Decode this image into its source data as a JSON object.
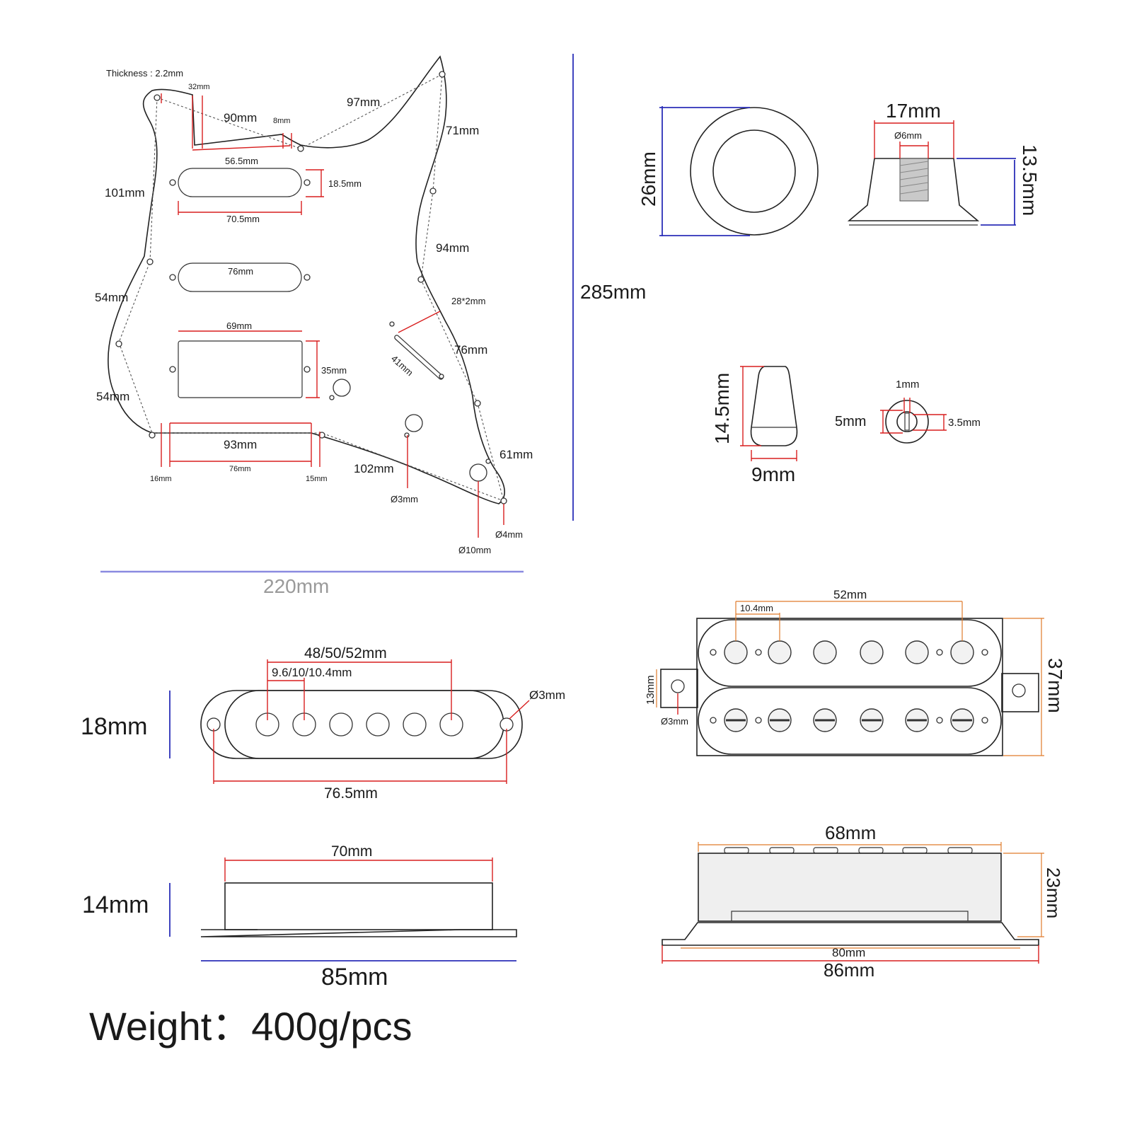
{
  "pickguard": {
    "thickness": "Thickness : 2.2mm",
    "d32": "32mm",
    "d90": "90mm",
    "d8": "8mm",
    "d97": "97mm",
    "d71": "71mm",
    "d56_5": "56.5mm",
    "d18_5": "18.5mm",
    "d101": "101mm",
    "d70_5": "70.5mm",
    "d94": "94mm",
    "d76a": "76mm",
    "d54a": "54mm",
    "d28x2": "28*2mm",
    "d69": "69mm",
    "d41": "41mm",
    "d76b": "76mm",
    "d35": "35mm",
    "d54b": "54mm",
    "d93": "93mm",
    "d61": "61mm",
    "d102": "102mm",
    "d16": "16mm",
    "d76c": "76mm",
    "d15": "15mm",
    "dia3": "Ø3mm",
    "dia4": "Ø4mm",
    "dia10": "Ø10mm",
    "height": "285mm",
    "width": "220mm"
  },
  "knob": {
    "d26": "26mm",
    "d17": "17mm",
    "dia6": "Ø6mm",
    "d13_5": "13.5mm"
  },
  "switch_tip": {
    "d14_5": "14.5mm",
    "d9": "9mm",
    "d1": "1mm",
    "d5": "5mm",
    "d3_5": "3.5mm"
  },
  "single_coil_top": {
    "spacing": "48/50/52mm",
    "pole_gap": "9.6/10/10.4mm",
    "height": "18mm",
    "hole": "Ø3mm",
    "length": "76.5mm"
  },
  "single_coil_side": {
    "top": "70mm",
    "height": "14mm",
    "base": "85mm"
  },
  "humbucker_top": {
    "spacing": "52mm",
    "pole_gap": "10.4mm",
    "width": "37mm",
    "tab": "13mm",
    "hole": "Ø3mm"
  },
  "humbucker_side": {
    "top": "68mm",
    "height": "23mm",
    "inner": "80mm",
    "base": "86mm"
  },
  "weight": "Weight：400g/pcs"
}
